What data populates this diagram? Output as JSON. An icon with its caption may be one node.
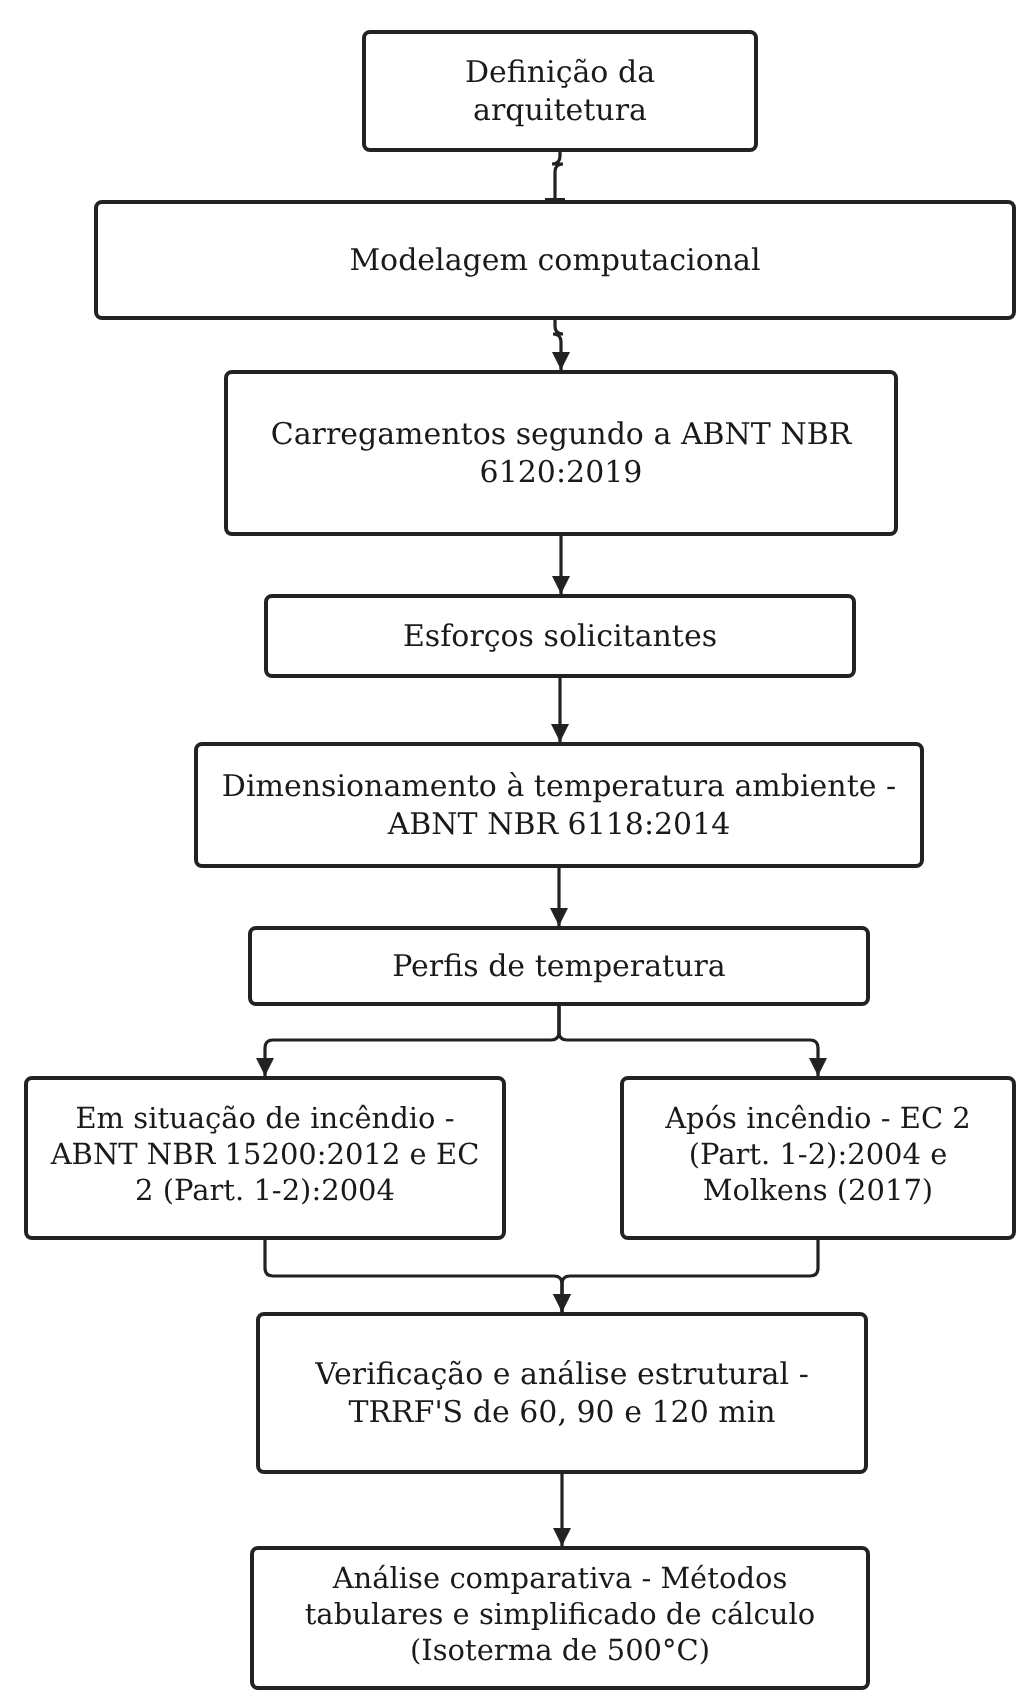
{
  "diagram": {
    "nodes": [
      {
        "text": [
          "Definição da arquitetura"
        ]
      },
      {
        "text": [
          "Modelagem computacional"
        ]
      },
      {
        "text": [
          "Carregamentos segundo a ABNT NBR 6120:2019"
        ]
      },
      {
        "text": [
          "Esforços solicitantes"
        ]
      },
      {
        "text": [
          "Dimensionamento à temperatura ambiente - ABNT NBR 6118:2014"
        ]
      },
      {
        "text": [
          "Perfis de temperatura"
        ]
      },
      {
        "text": [
          "Em situação de incêndio - ABNT NBR 15200:2012 e EC 2 (Part. 1-2):2004"
        ]
      },
      {
        "text": [
          "Após incêndio - EC 2 (Part. 1-2):2004 e Molkens (2017)"
        ]
      },
      {
        "text": [
          "Verificação e análise estrutural - TRRF'S de 60, 90 e 120 min"
        ]
      },
      {
        "text": [
          "Análise comparativa - Métodos tabulares e simplificado de cálculo (Isoterma de 500°C)"
        ]
      }
    ],
    "edges": [
      {
        "from": 0,
        "to": 1,
        "arrow": "other"
      },
      {
        "from": 1,
        "to": 2,
        "arrow": "to"
      },
      {
        "from": 2,
        "to": 3,
        "arrow": "to"
      },
      {
        "from": 3,
        "to": 4,
        "arrow": "to"
      },
      {
        "from": 4,
        "to": 5,
        "arrow": "to"
      },
      {
        "from": 5,
        "to": 6,
        "arrow": "to"
      },
      {
        "from": 5,
        "to": 7,
        "arrow": "to"
      },
      {
        "from": 6,
        "to": 8,
        "arrow": "to"
      },
      {
        "from": 7,
        "to": 8,
        "arrow": "to"
      },
      {
        "from": 8,
        "to": 9,
        "arrow": "to"
      }
    ]
  }
}
